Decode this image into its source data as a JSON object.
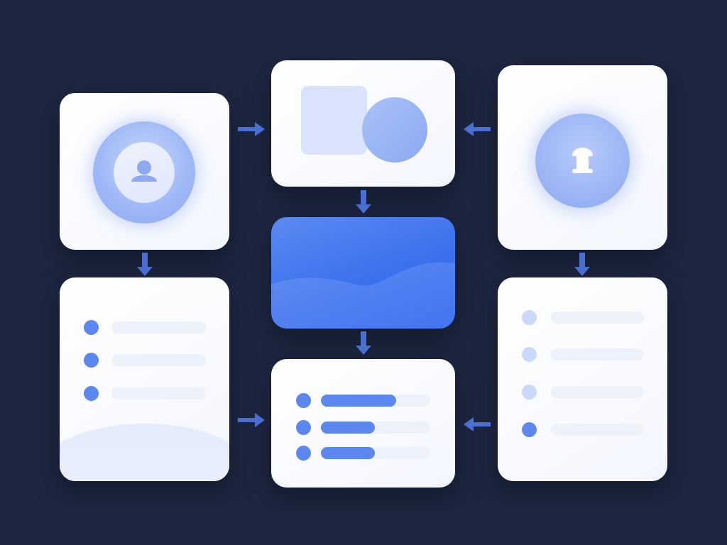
{
  "colors": {
    "background": "#1e2740",
    "card": "#ffffff",
    "accent": "#5b87ef",
    "accent_light": "#c9d8fb",
    "bar_light": "#edf1fa",
    "banner": "#3e73ee",
    "arrow": "#4a6fd0"
  },
  "icons": {
    "profile": "user-icon",
    "image": "image-placeholder-icon",
    "center": "mushroom-icon"
  },
  "lists": {
    "left": {
      "rows": 3
    },
    "center": {
      "rows": 3,
      "fill_fraction": [
        0.69,
        0.49,
        0.49
      ]
    },
    "right": {
      "rows": 4,
      "highlighted_row": 4
    }
  }
}
